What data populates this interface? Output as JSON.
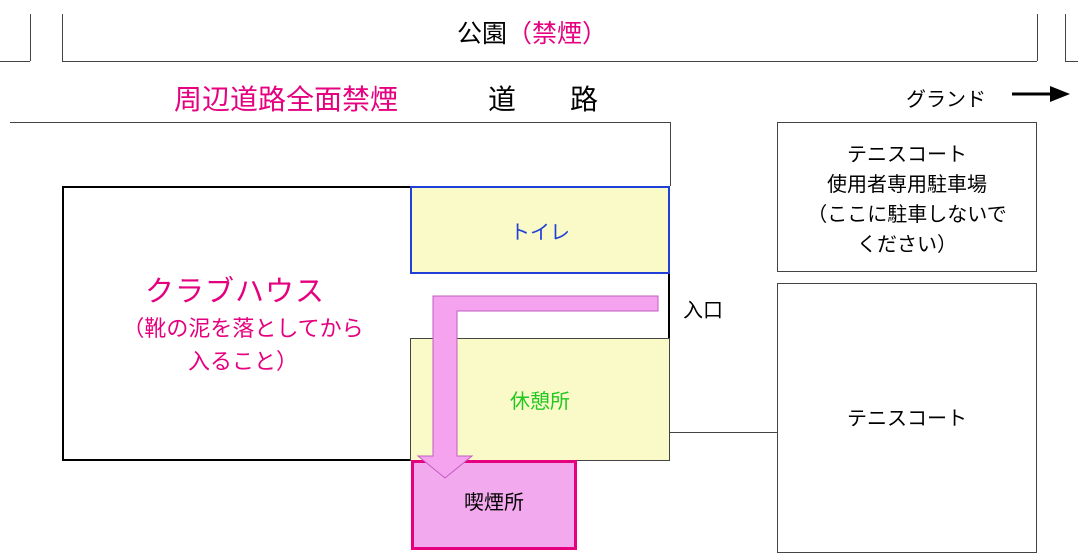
{
  "park": {
    "label": "公園",
    "smoking_note": "（禁煙）"
  },
  "road": {
    "notice": "周辺道路全面禁煙",
    "label_part1": "道",
    "label_part2": "路",
    "ground_direction": "グランド"
  },
  "clubhouse": {
    "title": "クラブハウス",
    "note_line1": "（靴の泥を落としてから",
    "note_line2": "入ること）"
  },
  "toilet": {
    "label": "トイレ"
  },
  "rest_area": {
    "label": "休憩所"
  },
  "smoking_area": {
    "label": "喫煙所"
  },
  "entrance": {
    "label": "入口"
  },
  "tennis_parking": {
    "line1": "テニスコート",
    "line2": "使用者専用駐車場",
    "line3": "（ここに駐車しないで",
    "line4": "ください）"
  },
  "tennis_court": {
    "label": "テニスコート"
  },
  "colors": {
    "accent_magenta": "#e5007f",
    "arrow_pink": "#f5a3ef",
    "toilet_blue": "#1f3fd6",
    "rest_green": "#22c722",
    "room_fill_yellow": "#fafac8"
  }
}
